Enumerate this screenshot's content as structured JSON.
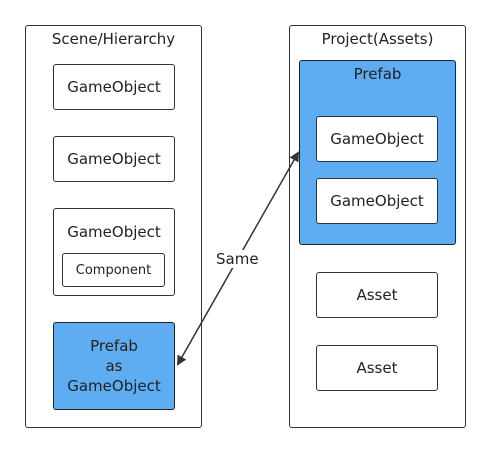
{
  "scene": {
    "title": "Scene/Hierarchy",
    "game_object_1": "GameObject",
    "game_object_2": "GameObject",
    "game_object_with_component": {
      "label": "GameObject",
      "component": "Component"
    },
    "prefab_instance": {
      "line1": "Prefab",
      "line2": "as",
      "line3": "GameObject"
    }
  },
  "project": {
    "title": "Project(Assets)",
    "prefab": {
      "title": "Prefab",
      "children": [
        "GameObject",
        "GameObject"
      ]
    },
    "assets": [
      "Asset",
      "Asset"
    ]
  },
  "connector": {
    "label": "Same"
  },
  "colors": {
    "prefab_fill": "#5eacf2",
    "stroke": "#333333"
  }
}
